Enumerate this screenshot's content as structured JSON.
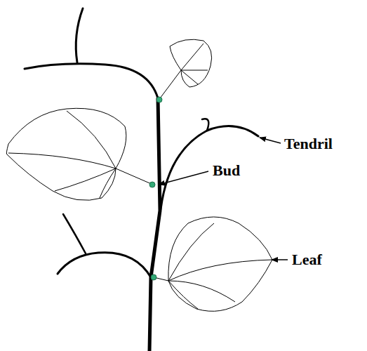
{
  "diagram": {
    "labels": [
      "Tendril",
      "Bud",
      "Leaf"
    ]
  }
}
